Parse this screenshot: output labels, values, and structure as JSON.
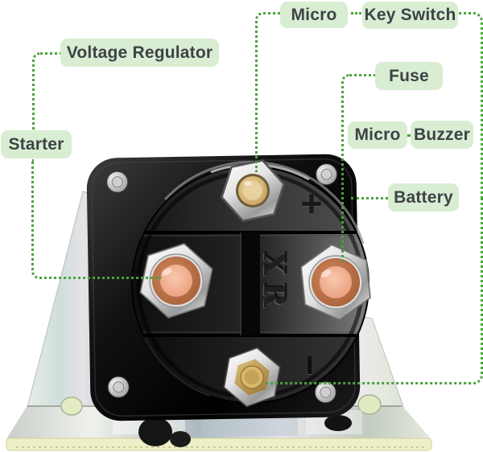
{
  "diagram": {
    "type": "annotated-product-callout",
    "subject": "golf cart starter solenoid relay with mounting bracket"
  },
  "labels": {
    "voltage_regulator": "Voltage Regulator",
    "starter": "Starter",
    "micro_top": "Micro",
    "key_switch": "Key Switch",
    "fuse": "Fuse",
    "micro_right": "Micro",
    "buzzer": "Buzzer",
    "battery": "Battery"
  },
  "product_markings": {
    "brand": "XR",
    "positive_terminal": "+",
    "negative_terminal": "−"
  },
  "colors": {
    "background": "#ffffff",
    "label_background": "#d9edd3",
    "label_text": "#3e4346",
    "connector_dots": "#4aa23c",
    "solenoid_body": "#101010",
    "copper_terminal": "#e09070",
    "brass_terminal": "#d7b769",
    "zinc_bracket": "#dfe7d9",
    "bracket_lip": "#edf0c6"
  }
}
